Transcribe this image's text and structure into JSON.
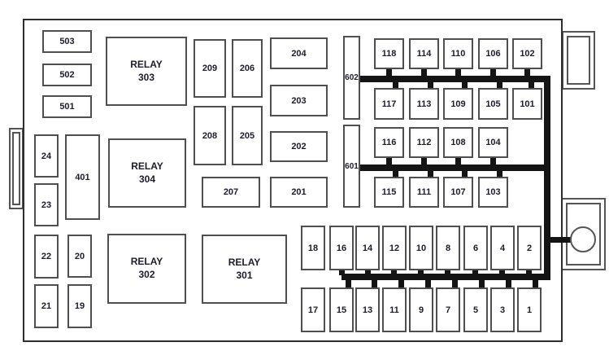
{
  "diagram_title": "fuse-box-diagram",
  "colors": {
    "background": "#ffffff",
    "outline": "#2e2e2e",
    "box_border": "#4f4f4f",
    "bus": "#141414",
    "text": "#1c1c2b"
  },
  "relays": {
    "303": {
      "line1": "RELAY",
      "line2": "303"
    },
    "304": {
      "line1": "RELAY",
      "line2": "304"
    },
    "302": {
      "line1": "RELAY",
      "line2": "302"
    },
    "301": {
      "line1": "RELAY",
      "line2": "301"
    }
  },
  "fuses": {
    "503": "503",
    "502": "502",
    "501": "501",
    "401": "401",
    "24": "24",
    "23": "23",
    "22": "22",
    "21": "21",
    "20": "20",
    "19": "19",
    "209": "209",
    "206": "206",
    "208": "208",
    "205": "205",
    "207": "207",
    "204": "204",
    "203": "203",
    "202": "202",
    "201": "201"
  },
  "bus_connectors": {
    "602": "602",
    "601": "601"
  },
  "grid_top": {
    "row1": [
      "118",
      "114",
      "110",
      "106",
      "102"
    ],
    "row2": [
      "117",
      "113",
      "109",
      "105",
      "101"
    ]
  },
  "grid_mid": {
    "row1": [
      "116",
      "112",
      "108",
      "104"
    ],
    "row2": [
      "115",
      "111",
      "107",
      "103"
    ]
  },
  "grid_bottom": {
    "row1": [
      "18",
      "16",
      "14",
      "12",
      "10",
      "8",
      "6",
      "4",
      "2"
    ],
    "row2": [
      "17",
      "15",
      "13",
      "11",
      "9",
      "7",
      "5",
      "3",
      "1"
    ]
  }
}
